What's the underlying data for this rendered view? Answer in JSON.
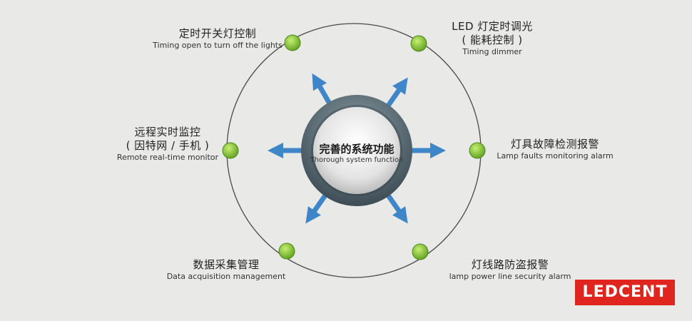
{
  "center": {
    "title": "完善的系统功能",
    "subtitle": "Thorough system function"
  },
  "features": [
    {
      "cn": [
        "定时开关灯控制"
      ],
      "en": "Timing open to turn off the lights"
    },
    {
      "cn": [
        "LED 灯定时调光",
        "( 能耗控制 )"
      ],
      "en": "Timing dimmer"
    },
    {
      "cn": [
        "远程实时监控",
        "( 因特网 / 手机 )"
      ],
      "en": "Remote real-time monitor"
    },
    {
      "cn": [
        "灯具故障检测报警"
      ],
      "en": "Lamp faults monitoring alarm"
    },
    {
      "cn": [
        "数据采集管理"
      ],
      "en": "Data acquisition management"
    },
    {
      "cn": [
        "灯线路防盗报警"
      ],
      "en": "lamp power line security alarm"
    }
  ],
  "brand": {
    "text": "LEDCENT"
  },
  "colors": {
    "arrow": "#3f86c8",
    "node": "#7fbf35",
    "ring": "#5f6f78",
    "outline": "#4a4a4a",
    "brand_bg": "#e0251e"
  }
}
